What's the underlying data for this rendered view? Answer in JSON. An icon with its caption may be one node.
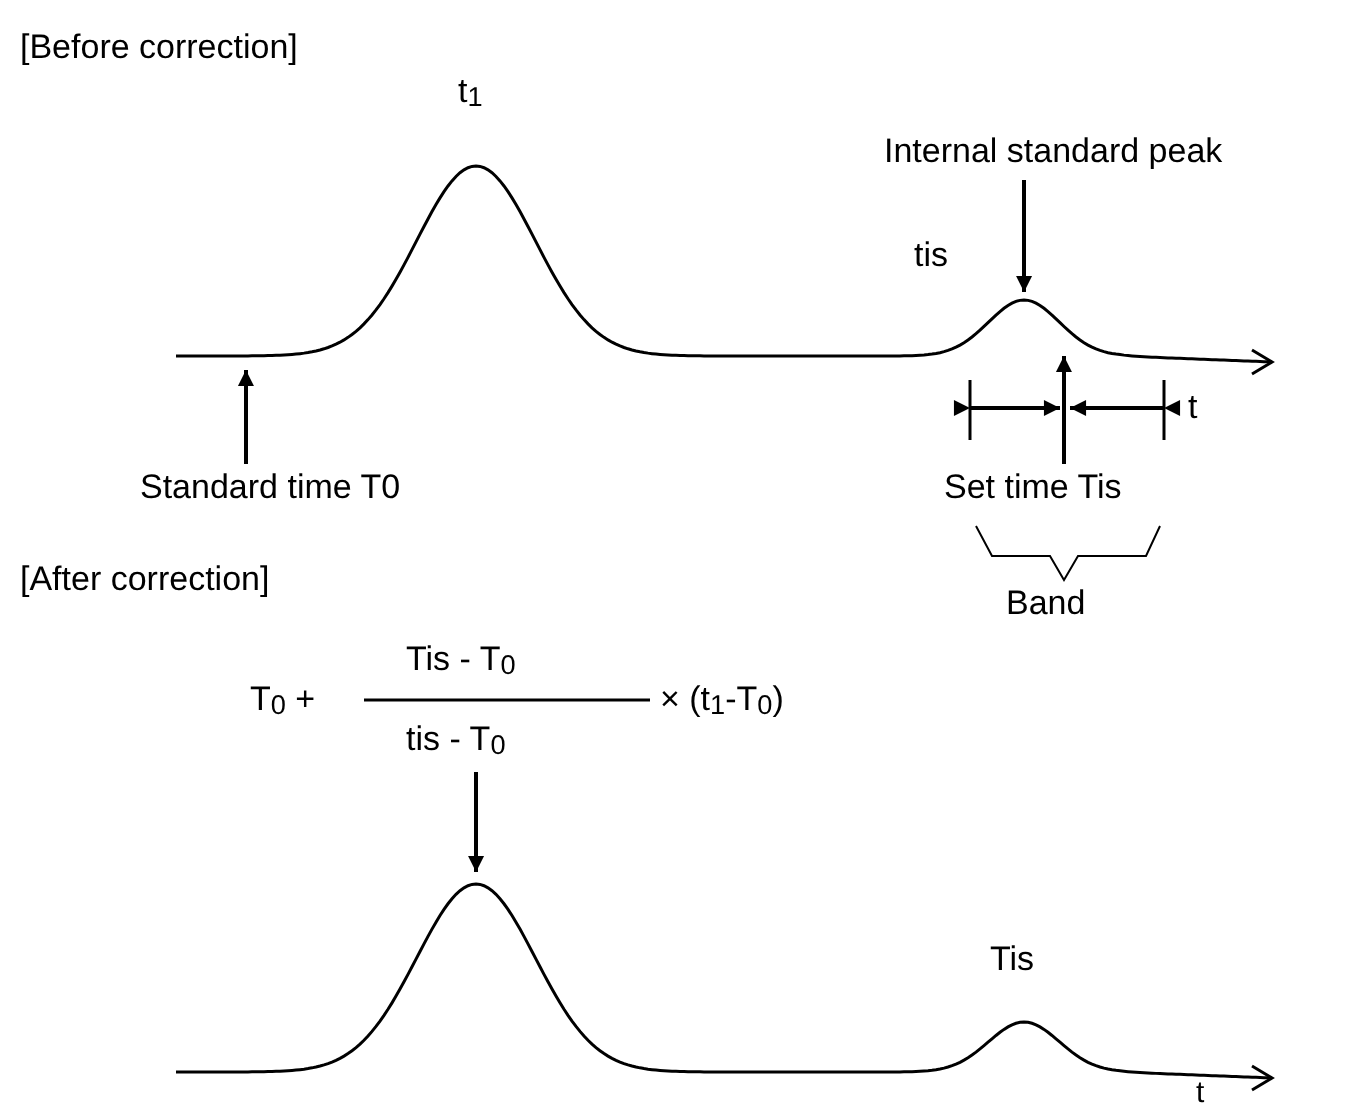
{
  "diagram": {
    "nodes": [
      {
        "text": [
          "Internal standard peak"
        ]
      },
      {
        "text": [
          "Standard time T0"
        ]
      },
      {
        "text": [
          "Set time Tis"
        ]
      },
      {
        "text": [
          "T$_{0}$ +",
          "Tis - T$_{0}$",
          "tis - T$_{0}$",
          "× (t$_{1}$-T$_{0}$)"
        ]
      }
    ],
    "edges": [
      {
        "from": 0,
        "to": null,
        "arrow": "to"
      },
      {
        "from": 1,
        "to": null,
        "arrow": "to"
      },
      {
        "from": 2,
        "to": null,
        "arrow": "to"
      },
      {
        "from": 3,
        "to": null,
        "arrow": "to"
      }
    ],
    "labels": [
      "[Before correction]",
      "t$_{1}$",
      "tis",
      "t",
      "Band",
      "[After correction]",
      "Tis",
      "t"
    ]
  }
}
